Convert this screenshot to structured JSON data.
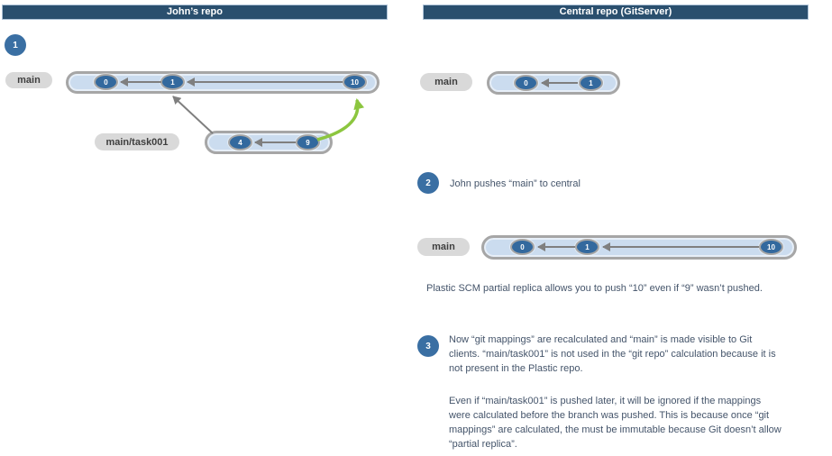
{
  "colors": {
    "header-bg": "#2a4f6e",
    "header-text": "#ffffff",
    "step-circle-bg": "#3a6fa3",
    "node-fill": "#33699e",
    "node-ring": "#a6a6a6",
    "track-fill": "#cbdcef",
    "track-border": "#a6a6a6",
    "pill-bg": "#d9d9d9",
    "pill-text": "#3f3f3f",
    "arrow-gray": "#7f7f7f",
    "arrow-green": "#8cc63f",
    "body-text": "#44546a"
  },
  "panels": {
    "left": {
      "title": "John’s repo"
    },
    "right": {
      "title": "Central repo (GitServer)"
    }
  },
  "steps": {
    "one": "1",
    "two": "2",
    "three": "3"
  },
  "john_repo": {
    "main_branch": {
      "label": "main",
      "nodes": [
        "0",
        "1",
        "10"
      ]
    },
    "task_branch": {
      "label": "main/task001",
      "nodes": [
        "4",
        "9"
      ]
    }
  },
  "central_repo": {
    "main_before": {
      "label": "main",
      "nodes": [
        "0",
        "1"
      ]
    },
    "step2_text": "John pushes “main” to central",
    "main_after": {
      "label": "main",
      "nodes": [
        "0",
        "1",
        "10"
      ]
    },
    "caption": "Plastic SCM partial replica allows you to push “10” even if “9” wasn’t pushed.",
    "step3_paragraph1": "Now “git mappings” are recalculated and “main” is made visible to Git\nclients. “main/task001” is not used in the “git repo” calculation because it is\nnot present in the Plastic repo.",
    "step3_paragraph2": "Even if “main/task001” is pushed later, it will be ignored if the mappings\nwere calculated before the branch was pushed. This is because once “git\nmappings” are calculated, the must be immutable because Git doesn’t allow\n“partial replica”."
  }
}
